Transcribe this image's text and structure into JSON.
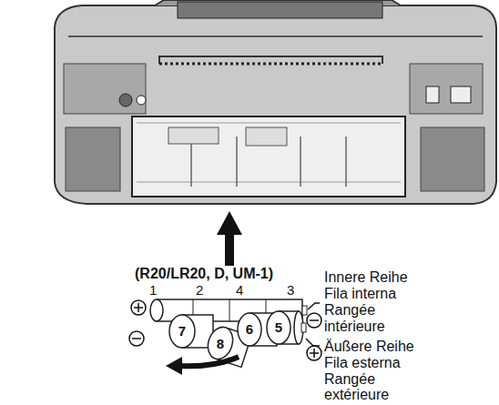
{
  "diagram": {
    "labels": [
      "(R20/LR20, D, UM-1)",
      "1",
      "2",
      "4",
      "3",
      "7",
      "8",
      "6",
      "5",
      "Innere Reihe",
      "Fila interna",
      "Rangée intérieure",
      "Äußere Reihe",
      "Fila esterna",
      "Rangée extérieure"
    ]
  }
}
